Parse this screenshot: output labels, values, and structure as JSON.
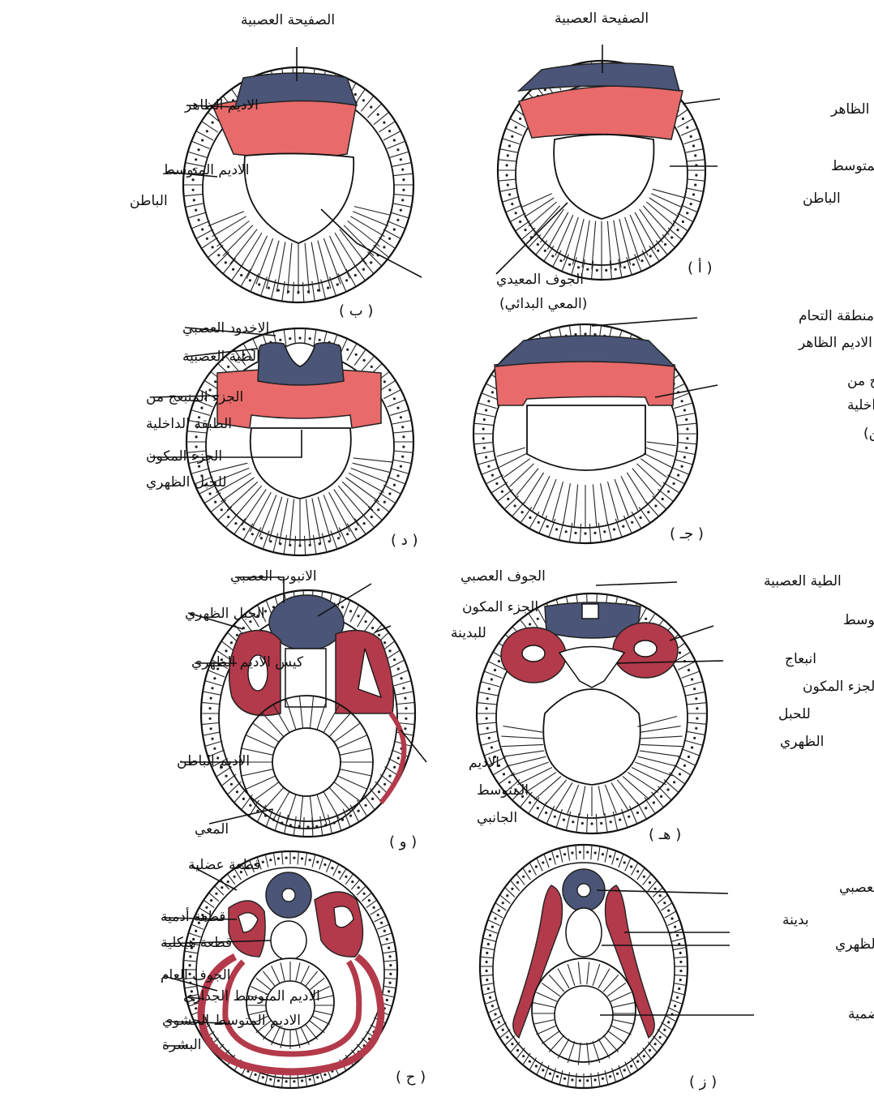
{
  "colors": {
    "ectoderm": "#e86a6a",
    "neural": "#4a5578",
    "mesoderm": "#b33a4a",
    "line": "#111111",
    "paper": "#ffffff"
  },
  "panels": {
    "a": {
      "caption": "( أ )",
      "labels": {
        "neural_plate": "الصفيحة العصبية",
        "ectoderm": "الاديم الظاهر",
        "endomesoderm_1": "الاديم المتوسط",
        "endomesoderm_2": "الباطن"
      }
    },
    "b": {
      "caption": "( ب )",
      "labels": {
        "neural_plate": "الصفيحة العصبية",
        "ectoderm": "الاديم الظاهر",
        "endomesoderm_1": "الاديم المتوسط",
        "endomesoderm_2": "الباطن",
        "archenteron_1": "الجوف المعيدي",
        "archenteron_2": "(المعي البدائي)"
      }
    },
    "c": {
      "caption": "( جـ )",
      "labels": {
        "fusion_zone": "منطقة التحام",
        "ectoderm": "الاديم الظاهر",
        "outgrowth_1": "الجزء المنبعج من",
        "outgrowth_2": "الطبقة الداخلية",
        "outgrowth_3": "(الاديم المتوسط الباطن)"
      }
    },
    "d": {
      "caption": "( د )",
      "labels": {
        "neural_groove": "الاخدود العصبي",
        "neural_fold": "الطية العصبية",
        "outgrowth_1": "الجزء المنبعج من",
        "outgrowth_2": "الطبقة الداخلية",
        "notochord_part_1": "الجزء المكون",
        "notochord_part_2": "للحبل الظهري"
      }
    },
    "e": {
      "caption": "( هـ )",
      "labels": {
        "neural_fold": "الطية العصبية",
        "mesoderm_pouch": "كيس الاديم المتوسط",
        "evag_1": "انبعاج",
        "evag_2": "الجزء المكون",
        "evag_3": "للحبل",
        "evag_4": "الظهري"
      }
    },
    "f": {
      "caption": "( و )",
      "labels": {
        "neural_tube": "الانبوب العصبي",
        "neural_cavity": "الجوف العصبي",
        "notochord": "الحبل الظهري",
        "somite_part_1": "الجزء المكون",
        "somite_part_2": "للبدينة",
        "dorsal_pouch": "كيس الاديم الظهري",
        "endoderm": "الاديم الباطن",
        "lateral_1": "الاديم",
        "lateral_2": "المتوسط",
        "lateral_3": "الجانبي",
        "gut": "المعي"
      }
    },
    "g": {
      "caption": "( ز )",
      "labels": {
        "neural_cavity": "الجوف العصبي",
        "somite": "بدينة",
        "notochord": "الحبل الظهري",
        "gut_canal": "القناة الهضمية"
      }
    },
    "h": {
      "caption": "( ح )",
      "labels": {
        "myotome": "قطعة عضلية",
        "dermatome": "قطعة أدمية",
        "sclerotome": "قطعة هيكلية",
        "coelom": "الجوف العام",
        "somatic": "الاديم المتوسط الجداري",
        "splanchnic": "الاديم المتوسط الحشوي",
        "epidermis": "البشرة"
      }
    }
  }
}
